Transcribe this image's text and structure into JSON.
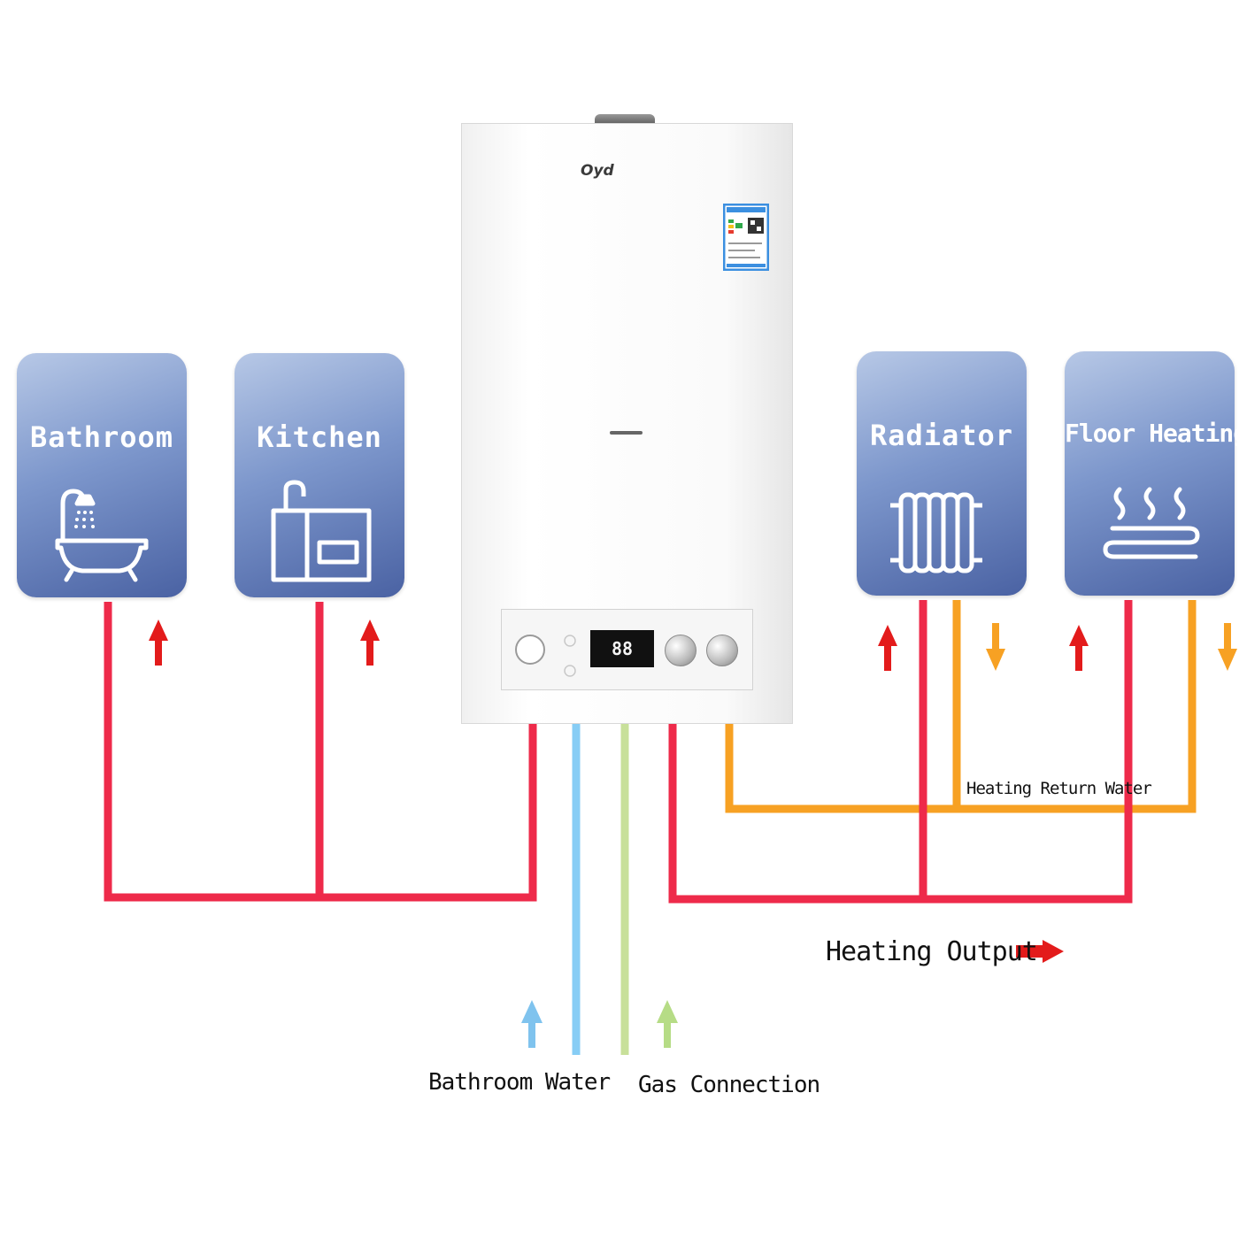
{
  "rooms": {
    "bathroom": "Bathroom",
    "kitchen": "Kitchen",
    "radiator": "Radiator",
    "floor_heating": "Floor Heating"
  },
  "boiler": {
    "brand": "Oyd",
    "display": "88"
  },
  "labels": {
    "heating_return_water": "Heating Return Water",
    "heating_output": "Heating Output",
    "bathroom_water": "Bathroom Water",
    "gas_connection": "Gas Connection"
  },
  "colors": {
    "hot_pipe": "#ee2a4a",
    "return_pipe": "#f7a123",
    "water_pipe": "#87cdf5",
    "gas_pipe": "#c8e09a",
    "arrow_red": "#e31b1b",
    "arrow_orange": "#f7a123",
    "arrow_blue": "#7fc3ee",
    "arrow_green": "#b6dc86",
    "card_top": "#b7c8e6",
    "card_bottom": "#4a62a3"
  }
}
